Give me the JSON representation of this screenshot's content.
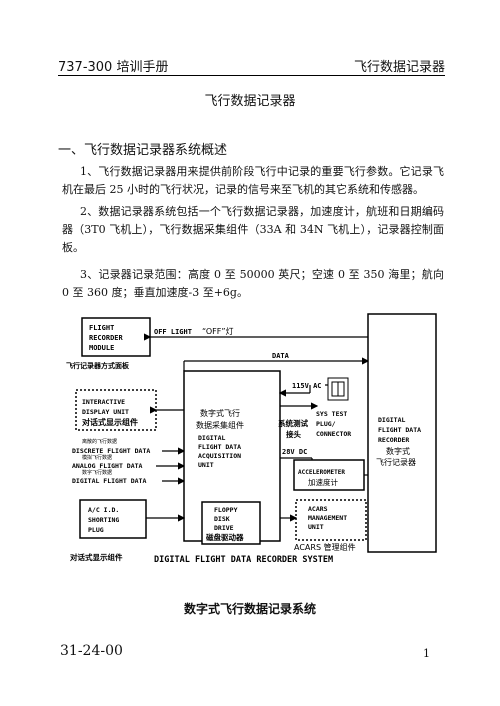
{
  "header": {
    "left": "737-300 培训手册",
    "right": "飞行数据记录器"
  },
  "title": "飞行数据记录器",
  "section_heading": "一、飞行数据记录器系统概述",
  "paragraphs": [
    "1、飞行数据记录器用来提供前阶段飞行中记录的重要飞行参数。它记录飞机在最后 25 小时的飞行状况，记录的信号来至飞机的其它系统和传感器。",
    "2、数据记录器系统包括一个飞行数据记录器，加速度计，航班和日期编码器（3T0 飞机上），飞行数据采集组件（33A 和 34N 飞机上），记录器控制面板。",
    "3、记录器记录范围：高度 0 至 50000 英尺；空速 0 至 350 海里；航向 0 至 360 度；垂直加速度-3 至+6g。"
  ],
  "diagram": {
    "frm": [
      "FLIGHT",
      "RECORDER",
      "MODULE"
    ],
    "frm_cn": "飞行记录器方式面板",
    "off_light": "OFF LIGHT",
    "off_light_cn": "“OFF”灯",
    "data": "DATA",
    "idu": [
      "INTERACTIVE",
      "DISPLAY UNIT"
    ],
    "idu_cn": "对话式显示组件",
    "discrete_cn": "离散的飞行数据",
    "discrete": "DISCRETE FLIGHT DATA",
    "analog_cn": "模拟飞行数据",
    "analog": "ANALOG FLIGHT DATA",
    "digital_cn": "数字飞行数据",
    "digital": "DIGITAL FLIGHT DATA",
    "dfdau_cn": [
      "数字式飞行",
      "数据采集组件"
    ],
    "dfdau": [
      "DIGITAL",
      "FLIGHT DATA",
      "ACQUISITION",
      "UNIT"
    ],
    "v115": "115V AC",
    "sys_test_cn": [
      "系统测试",
      "接头"
    ],
    "sys_test": [
      "SYS TEST",
      "PLUG/",
      "CONNECTOR"
    ],
    "v28": "28V DC",
    "accel": "ACCELEROMETER",
    "accel_cn": "加速度计",
    "floppy": [
      "FLOPPY",
      "DISK",
      "DRIVE"
    ],
    "floppy_cn": "磁盘驱动器",
    "acars": [
      "ACARS",
      "MANAGEMENT",
      "UNIT"
    ],
    "acars_cn": "ACARS 管理组件",
    "dfdr": [
      "DIGITAL",
      "FLIGHT DATA",
      "RECORDER"
    ],
    "dfdr_cn": [
      "数字式",
      "飞行记录器"
    ],
    "ac_id": [
      "A/C I.D.",
      "SHORTING",
      "PLUG"
    ],
    "ac_id_cn": "对话式显示组件",
    "system_title": "DIGITAL FLIGHT DATA RECORDER SYSTEM"
  },
  "figure_caption": "数字式飞行数据记录系统",
  "footer": {
    "doc_number": "31-24-00",
    "page": "1"
  }
}
